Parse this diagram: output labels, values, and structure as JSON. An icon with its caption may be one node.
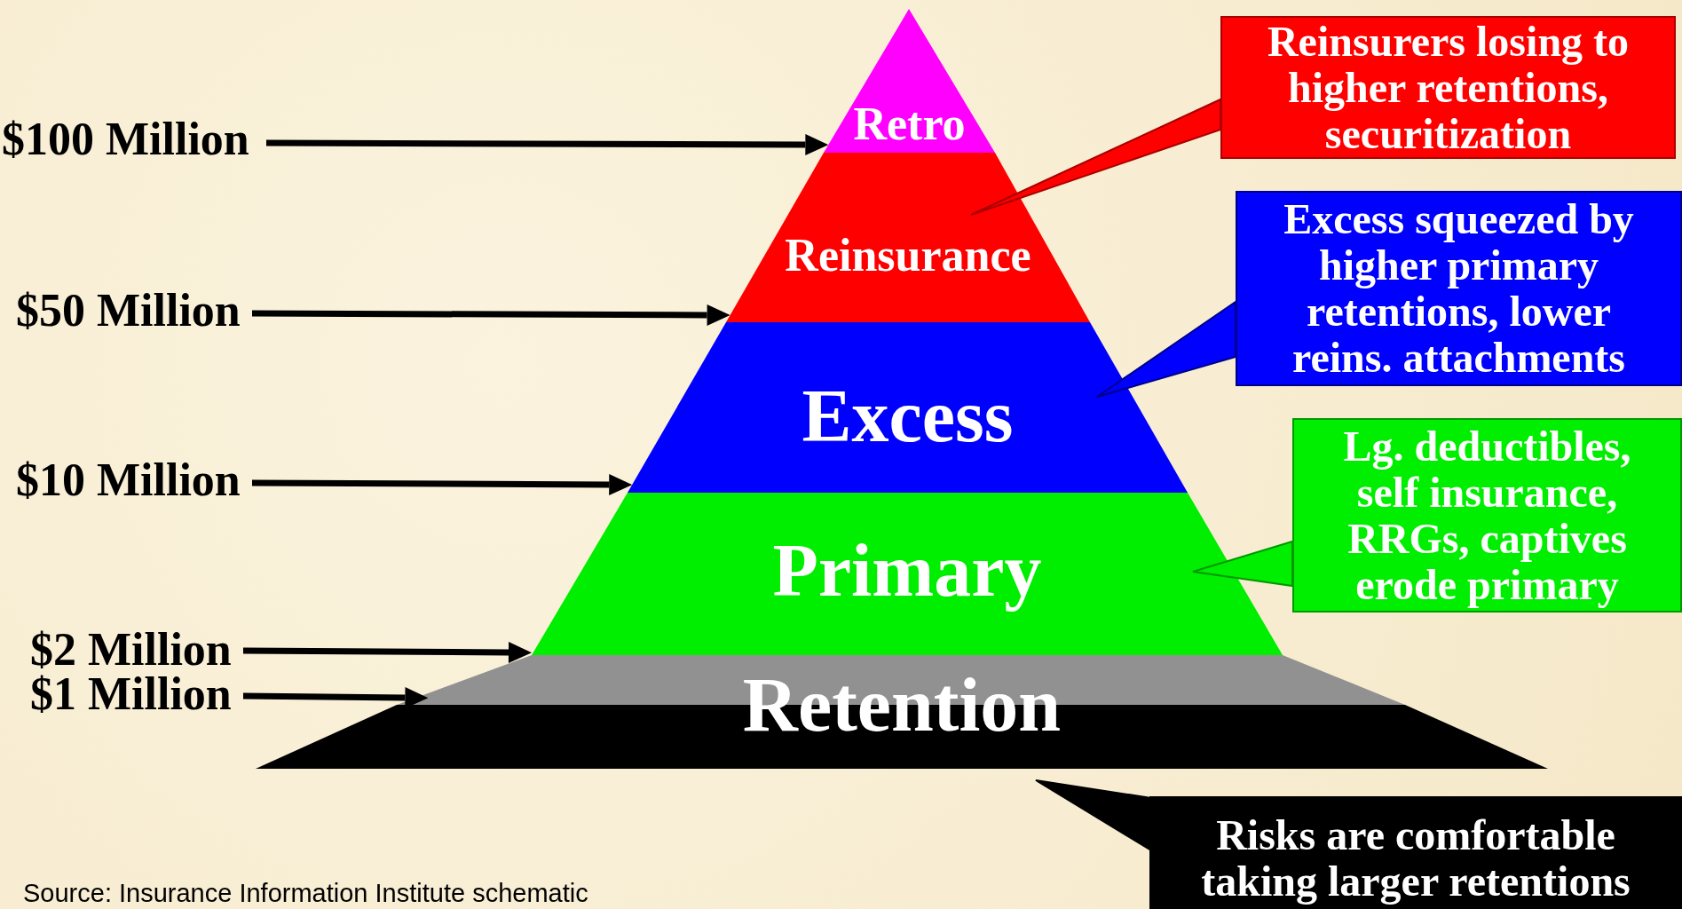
{
  "diagram": {
    "nodes": [
      {
        "text": [
          "Retro"
        ]
      },
      {
        "text": [
          "Reinsurance"
        ]
      },
      {
        "text": [
          "Excess"
        ]
      },
      {
        "text": [
          "Primary"
        ]
      },
      {
        "text": [
          "Retention"
        ]
      },
      {
        "text": [
          "Reinsurers losing to higher retentions, securitization"
        ]
      },
      {
        "text": [
          "Excess squeezed by higher primary retentions, lower reins. attachments"
        ]
      },
      {
        "text": [
          "Lg. deductibles, self insurance, RRGs, captives erode primary"
        ]
      },
      {
        "text": [
          "Risks are comfortable taking larger retentions"
        ]
      },
      {
        "text": [
          "$100 Million"
        ]
      },
      {
        "text": [
          "$50 Million"
        ]
      },
      {
        "text": [
          "$10 Million"
        ]
      },
      {
        "text": [
          "$2 Million"
        ]
      },
      {
        "text": [
          "$1 Million"
        ]
      }
    ],
    "edges": [
      {
        "from": 5,
        "to": 1,
        "arrow": "to"
      },
      {
        "from": 6,
        "to": 2,
        "arrow": "to"
      },
      {
        "from": 7,
        "to": 3,
        "arrow": "to"
      },
      {
        "from": 8,
        "to": 4,
        "arrow": "to"
      },
      {
        "from": 9,
        "to": 0,
        "arrow": "to"
      },
      {
        "from": 10,
        "to": 1,
        "arrow": "to"
      },
      {
        "from": 11,
        "to": 2,
        "arrow": "to"
      },
      {
        "from": 12,
        "to": 4,
        "arrow": "to"
      },
      {
        "from": 13,
        "to": 4,
        "arrow": "to"
      }
    ],
    "labels": [
      "Source: Insurance Information Institute schematic"
    ]
  }
}
